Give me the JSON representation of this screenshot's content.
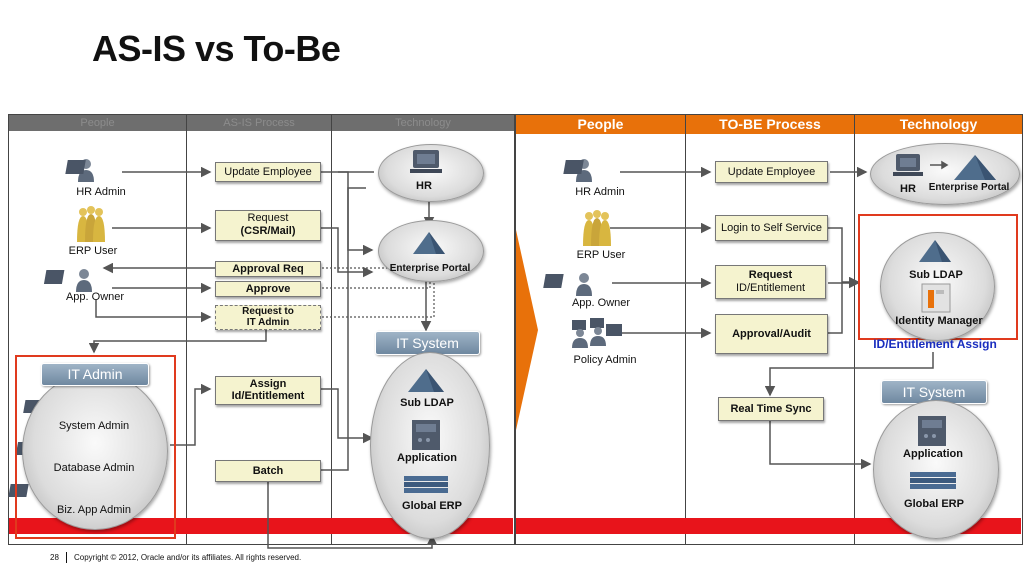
{
  "title": "AS-IS vs To-Be",
  "asis": {
    "headers": [
      "People",
      "AS-IS Process",
      "Technology"
    ],
    "people": [
      "HR Admin",
      "ERP User",
      "App. Owner"
    ],
    "it_admin": {
      "label": "IT Admin",
      "members": [
        "System Admin",
        "Database Admin",
        "Biz. App Admin"
      ]
    },
    "process": {
      "update_employee": "Update Employee",
      "request_line1": "Request",
      "request_line2": "(CSR/Mail)",
      "approval_req": "Approval Req",
      "approve": "Approve",
      "request_to_line1": "Request to",
      "request_to_line2": "IT Admin",
      "assign_line1": "Assign",
      "assign_line2": "Id/Entitlement",
      "batch": "Batch"
    },
    "technology": {
      "hr": "HR",
      "enterprise_portal": "Enterprise Portal",
      "it_system": "IT System",
      "sub_ldap": "Sub LDAP",
      "application": "Application",
      "global_erp": "Global ERP"
    }
  },
  "tobe": {
    "headers": [
      "People",
      "TO-BE Process",
      "Technology"
    ],
    "people": [
      "HR Admin",
      "ERP User",
      "App. Owner",
      "Policy Admin"
    ],
    "process": {
      "update_employee": "Update Employee",
      "login": "Login to Self Service",
      "request_line1": "Request",
      "request_line2": "ID/Entitlement",
      "approval": "Approval/Audit",
      "sync": "Real Time Sync"
    },
    "technology": {
      "hr": "HR",
      "enterprise_portal": "Enterprise Portal",
      "sub_ldap": "Sub LDAP",
      "identity_manager": "Identity Manager",
      "id_assign": "ID/Entitlement Assign",
      "it_system": "IT System",
      "application": "Application",
      "global_erp": "Global ERP"
    }
  },
  "footer": {
    "page": "28",
    "copyright": "Copyright © 2012, Oracle and/or its affiliates. All rights reserved."
  },
  "colors": {
    "accent_orange": "#e8710a",
    "red_bar": "#e8141b",
    "highlight_red": "#e03a1e",
    "id_assign_blue": "#1a2ebf"
  }
}
